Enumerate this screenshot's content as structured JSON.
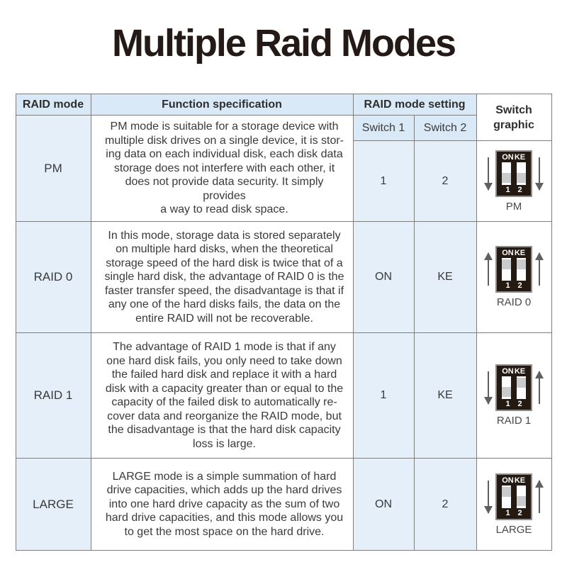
{
  "page": {
    "title": "Multiple Raid Modes"
  },
  "colors": {
    "header_bg": "#d9e9f7",
    "tinted_cell_bg": "#e4eff9",
    "table_border": "#7d7d7d",
    "switch_body": "#241a12",
    "switch_frame": "#8e8e8e",
    "switch_knob": "#c9cbcd",
    "arrow": "#606060",
    "body_text": "#3a3a3a"
  },
  "table": {
    "headers": {
      "raid_mode": "RAID mode",
      "function_spec": "Function specification",
      "raid_mode_setting": "RAID mode setting",
      "switch_graphic": "Switch\ngraphic",
      "switch1": "Switch 1",
      "switch2": "Switch 2"
    },
    "dip": {
      "on": "ON",
      "ke": "KE",
      "one": "1",
      "two": "2"
    },
    "rows": [
      {
        "mode": "PM",
        "description": "PM mode is suitable for a storage device with\nmultiple disk drives on a single device, it is stor-\ning data on each individual disk, each disk data\nstorage does not interfere with each other, it\ndoes not provide data security. It simply provides\na way to read disk space.",
        "switch1": "1",
        "switch2": "2",
        "graphic": {
          "label": "PM",
          "left_arrow": "down",
          "right_arrow": "down",
          "switch1_knob": "bottom",
          "switch2_knob": "bottom"
        }
      },
      {
        "mode": "RAID 0",
        "description": "In this mode, storage data is stored separately\non multiple hard disks, when the theoretical\nstorage speed of the hard disk is twice that of a\nsingle hard disk, the advantage of RAID 0 is the\nfaster transfer speed, the disadvantage is that if\nany one of the hard disks fails, the data on the\nentire RAID will not be recoverable.",
        "switch1": "ON",
        "switch2": "KE",
        "graphic": {
          "label": "RAID 0",
          "left_arrow": "up",
          "right_arrow": "up",
          "switch1_knob": "top",
          "switch2_knob": "top"
        }
      },
      {
        "mode": "RAID 1",
        "description": "The advantage of RAID 1 mode is that if any\none hard disk fails, you only need to take down\nthe failed hard disk and replace it with a hard\ndisk with a capacity greater than or equal to the\ncapacity of the failed disk to automatically re-\ncover data and reorganize the RAID mode, but\nthe disadvantage is that the hard disk capacity\nloss is large.",
        "switch1": "1",
        "switch2": "KE",
        "graphic": {
          "label": "RAID 1",
          "left_arrow": "down",
          "right_arrow": "up",
          "switch1_knob": "bottom",
          "switch2_knob": "top"
        }
      },
      {
        "mode": "LARGE",
        "description": "LARGE mode is a simple summation of hard\ndrive capacities, which adds up the hard drives\ninto one hard drive capacity as the sum of two\nhard drive capacities, and this mode allows you\nto get the most space on the hard drive.",
        "switch1": "ON",
        "switch2": "2",
        "graphic": {
          "label": "LARGE",
          "left_arrow": "down",
          "right_arrow": "up",
          "switch1_knob": "top",
          "switch2_knob": "bottom"
        }
      }
    ]
  }
}
